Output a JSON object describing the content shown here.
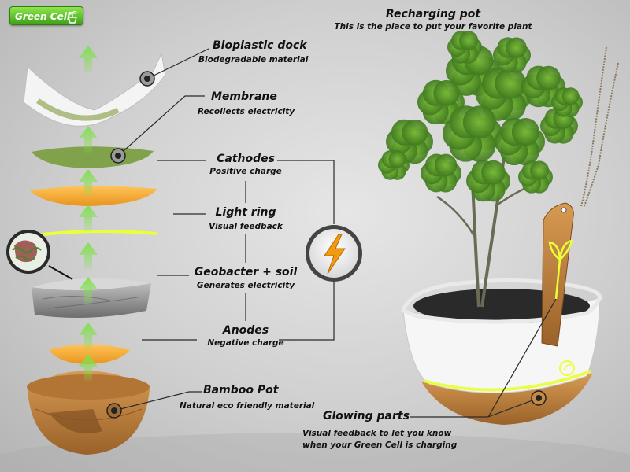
{
  "logo": {
    "text": "Green Cell",
    "icon": "plant-pot-icon"
  },
  "header": {
    "title": "Recharging pot",
    "subtitle": "This is the place to put your favorite plant"
  },
  "layers": [
    {
      "title": "Bioplastic dock",
      "desc": "Biodegradable material"
    },
    {
      "title": "Membrane",
      "desc": "Recollects electricity"
    },
    {
      "title": "Cathodes",
      "desc": "Positive charge"
    },
    {
      "title": "Light ring",
      "desc": "Visual feedback"
    },
    {
      "title": "Geobacter + soil",
      "desc": "Generates electricity"
    },
    {
      "title": "Anodes",
      "desc": "Negative charge"
    },
    {
      "title": "Bamboo Pot",
      "desc": "Natural  eco friendly material"
    }
  ],
  "glowing": {
    "title": "Glowing parts",
    "desc_line1": "Visual feedback to let you know",
    "desc_line2": "when your Green Cell is charging"
  },
  "icons": [
    "arrow-up-icon",
    "lightning-icon",
    "microbe-magnifier-icon",
    "leaf-sprout-icon"
  ],
  "colors": {
    "accent_green": "#7fe04a",
    "glow": "#e8ff3a",
    "bamboo": "#c58a45",
    "bolt": "#f29a12"
  }
}
